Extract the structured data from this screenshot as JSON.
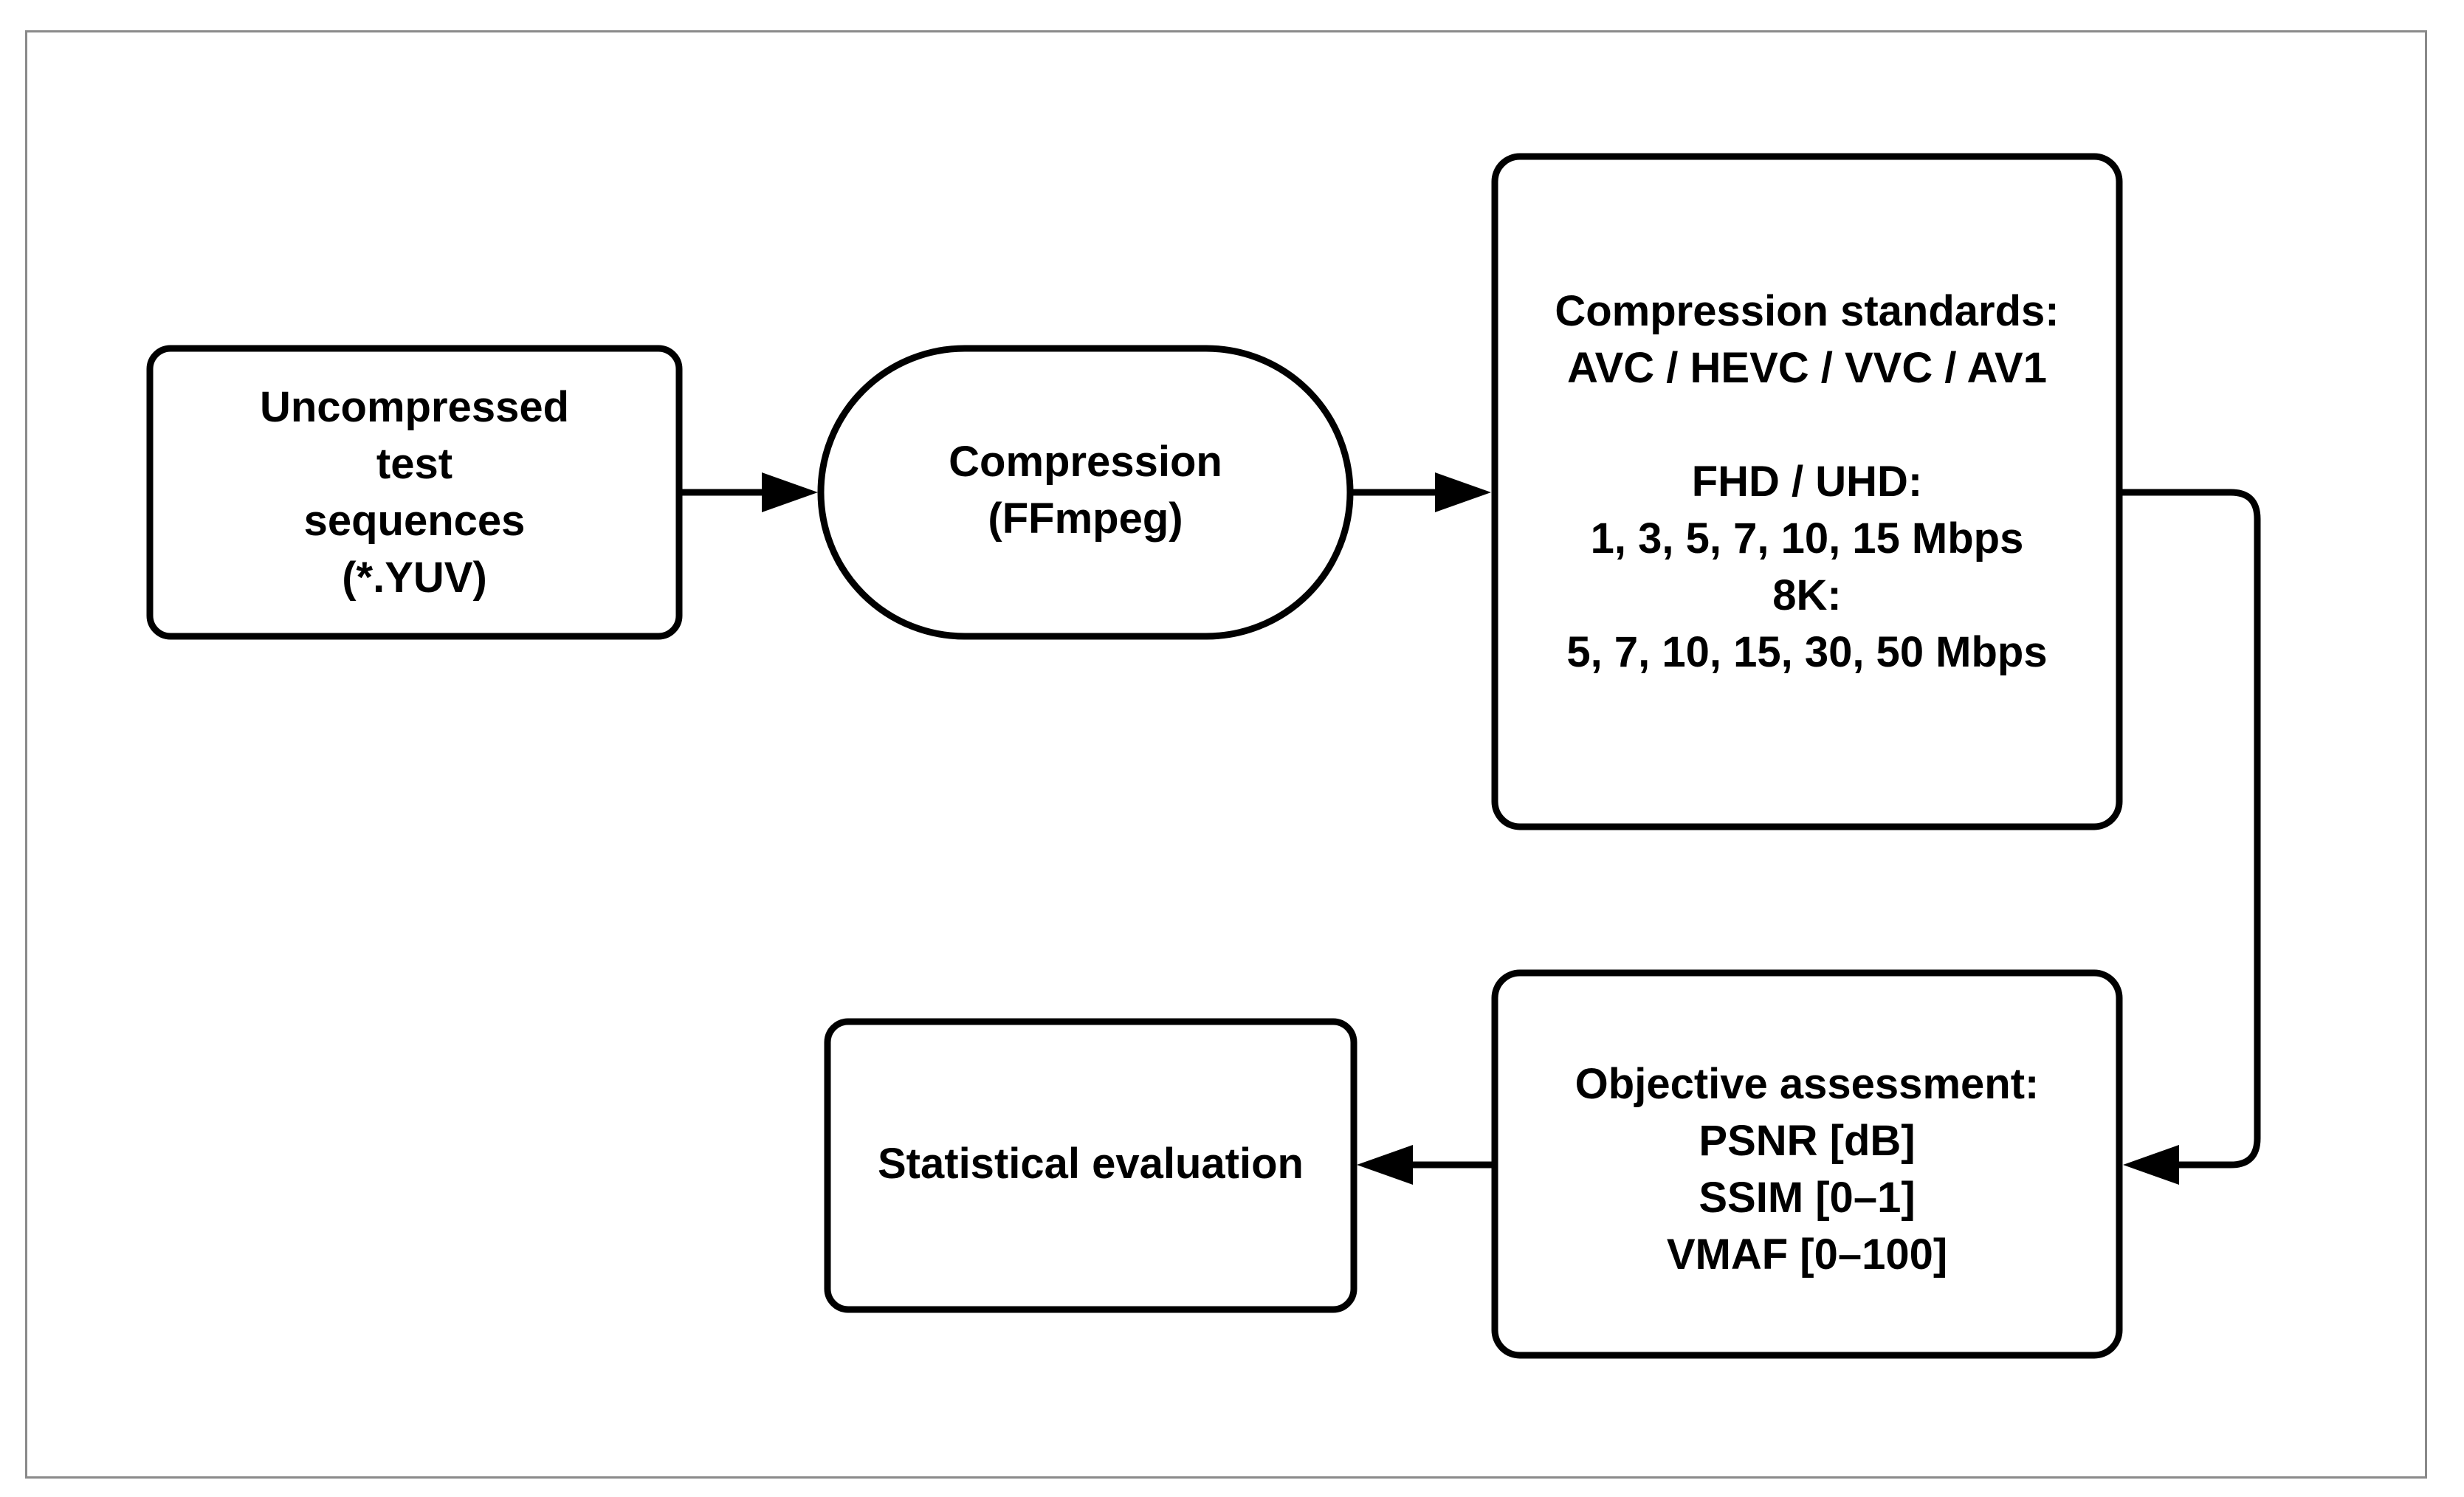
{
  "nodes": {
    "uncompressed": {
      "lines": [
        "Uncompressed",
        "test",
        "sequences",
        "(*.YUV)"
      ]
    },
    "compression": {
      "lines": [
        "Compression",
        "(FFmpeg)"
      ]
    },
    "standards": {
      "lines": [
        "Compression standards:",
        "AVC / HEVC / VVC / AV1"
      ],
      "fhd_uhd_label": "FHD / UHD:",
      "fhd_uhd_rates": "1, 3, 5, 7, 10, 15 Mbps",
      "k8_label": "8K:",
      "k8_rates": "5, 7, 10, 15, 30, 50 Mbps"
    },
    "assessment": {
      "lines": [
        "Objective assessment:",
        "PSNR [dB]",
        "SSIM [0–1]",
        "VMAF [0–100]"
      ]
    },
    "statistical": {
      "lines": [
        "Statistical evaluation"
      ]
    }
  },
  "colors": {
    "stroke": "#000000",
    "frame": "#8a8a8a",
    "background": "#ffffff"
  }
}
